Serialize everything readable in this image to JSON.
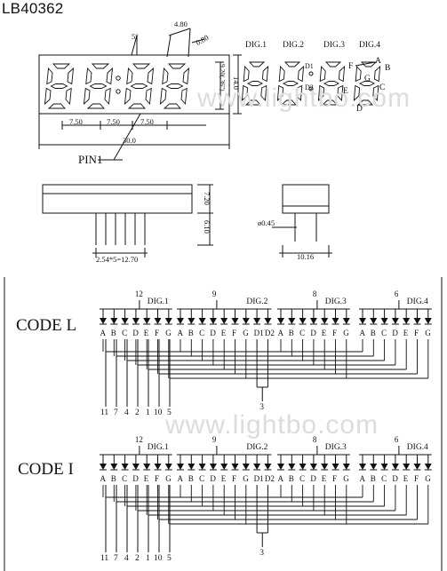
{
  "title": "LB40362",
  "watermark": "www.lightbo.com",
  "front_view": {
    "dims": {
      "w_digit_pitch": "7.50",
      "total_width": "30.0",
      "height": "14.0",
      "digit_height": "9.20(.36\")",
      "seg_w": "4.80",
      "seg_t": "0.80",
      "slant": "5°"
    },
    "pin_label": "PIN1"
  },
  "digit_map": {
    "digits": [
      "DIG.1",
      "DIG.2",
      "DIG.3",
      "DIG.4"
    ],
    "colon_labels": [
      "D1",
      "D2"
    ],
    "segment_labels": [
      "A",
      "B",
      "C",
      "D",
      "E",
      "F",
      "G"
    ]
  },
  "side_view": {
    "h1": "7.20",
    "h2": "6.10",
    "pitch": "2.54*5=12.70",
    "pin_dia": "ø0.45",
    "depth": "10.16"
  },
  "codes": [
    {
      "name": "CODE L",
      "digit_pins": [
        "12",
        "9",
        "8",
        "6"
      ],
      "digit_names": [
        "DIG.1",
        "DIG.2",
        "DIG.3",
        "DIG.4"
      ],
      "pins_bottom": [
        "11",
        "7",
        "4",
        "2",
        "1",
        "10",
        "5"
      ],
      "colon_pin": "3"
    },
    {
      "name": "CODE I",
      "digit_pins": [
        "12",
        "9",
        "8",
        "6"
      ],
      "digit_names": [
        "DIG.1",
        "DIG.2",
        "DIG.3",
        "DIG.4"
      ],
      "pins_bottom": [
        "11",
        "7",
        "4",
        "2",
        "1",
        "10",
        "5"
      ],
      "colon_pin": "3"
    }
  ],
  "seg_row": [
    "A",
    "B",
    "C",
    "D",
    "E",
    "F",
    "G"
  ],
  "seg_row_colon": [
    "A",
    "B",
    "C",
    "D",
    "E",
    "F",
    "G",
    "D1",
    "D2"
  ]
}
